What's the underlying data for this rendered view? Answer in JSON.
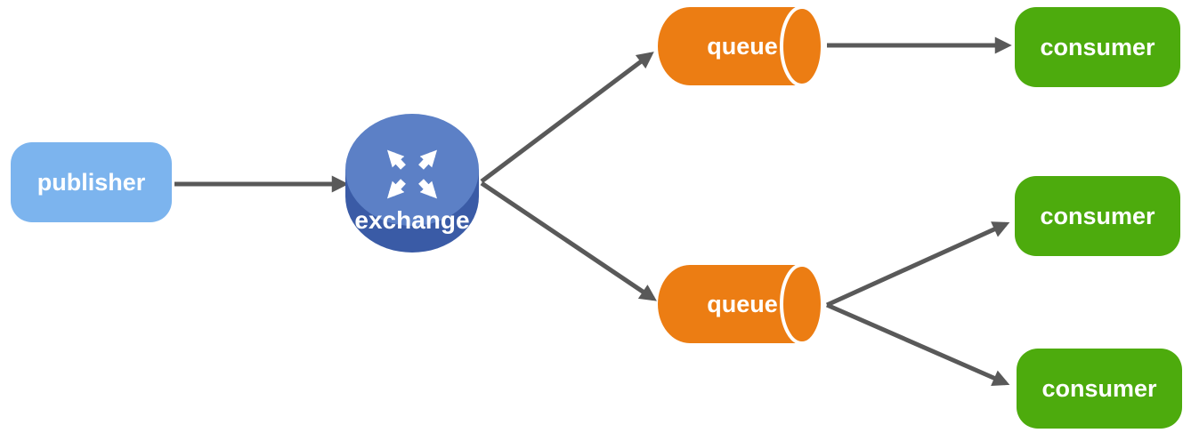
{
  "diagram": {
    "description": "Message broker fanout diagram: publisher sends to exchange which routes to two queues consumed by consumers",
    "nodes": {
      "publisher": {
        "label": "publisher",
        "shape": "rounded-rect",
        "color": "#7CB4EE"
      },
      "exchange": {
        "label": "exchange",
        "shape": "router-cylinder",
        "top_color": "#5C80C6",
        "side_color": "#3A5BA6"
      },
      "queue_1": {
        "label": "queue",
        "shape": "cylinder",
        "color": "#EC7D13"
      },
      "queue_2": {
        "label": "queue",
        "shape": "cylinder",
        "color": "#EC7D13"
      },
      "consumer_1": {
        "label": "consumer",
        "shape": "rounded-rect",
        "color": "#4DAB0D"
      },
      "consumer_2": {
        "label": "consumer",
        "shape": "rounded-rect",
        "color": "#4DAB0D"
      },
      "consumer_3": {
        "label": "consumer",
        "shape": "rounded-rect",
        "color": "#4DAB0D"
      }
    },
    "edges": [
      {
        "from": "publisher",
        "to": "exchange"
      },
      {
        "from": "exchange",
        "to": "queue_1"
      },
      {
        "from": "exchange",
        "to": "queue_2"
      },
      {
        "from": "queue_1",
        "to": "consumer_1"
      },
      {
        "from": "queue_2",
        "to": "consumer_2"
      },
      {
        "from": "queue_2",
        "to": "consumer_3"
      }
    ],
    "colors": {
      "arrow": "#595959",
      "label_text": "#FFFFFF",
      "background": "#FFFFFF",
      "queue_rim": "#FFFFFF"
    }
  }
}
